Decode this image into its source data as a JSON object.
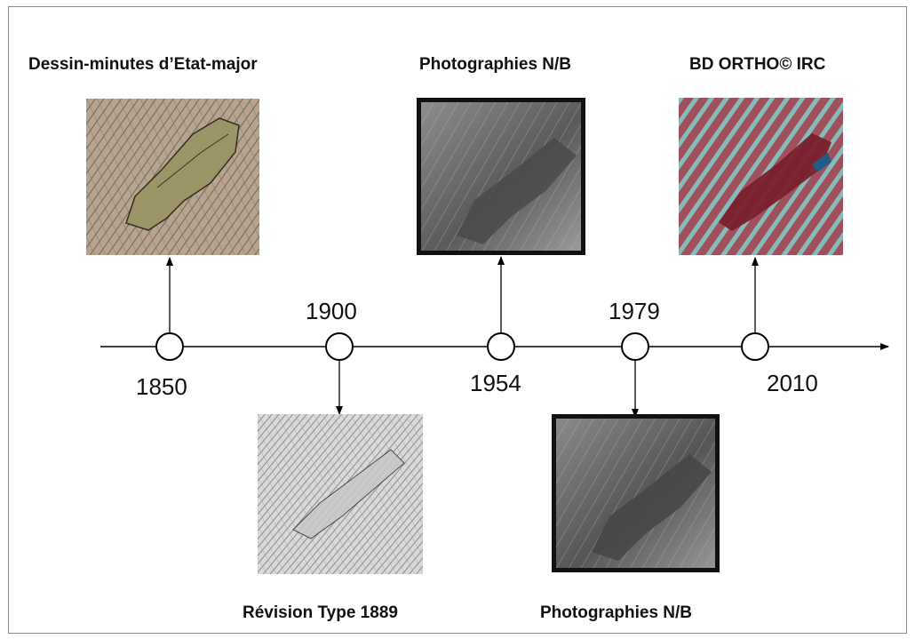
{
  "timeline": {
    "years": [
      "1850",
      "1900",
      "1954",
      "1979",
      "2010"
    ]
  },
  "items": [
    {
      "year": "1850",
      "title": "Dessin-minutes d’Etat-major",
      "image": "etat-major-map-image",
      "position": "above"
    },
    {
      "year": "1900",
      "title": "Révision Type 1889",
      "image": "revision-type-map-image",
      "position": "below"
    },
    {
      "year": "1954",
      "title": "Photographies N/B",
      "image": "bw-aerial-photo-image",
      "position": "above"
    },
    {
      "year": "1979",
      "title": "Photographies N/B",
      "image": "bw-aerial-photo-image",
      "position": "below"
    },
    {
      "year": "2010",
      "title": "BD ORTHO© IRC",
      "image": "infrared-ortho-image",
      "position": "above"
    }
  ],
  "colors": {
    "line": "#000000",
    "node_fill": "#ffffff",
    "map_1850": "#8f8e5e",
    "map_1900": "#bdbdbd",
    "photo_bw": "#5a5a5a",
    "irc_red": "#8a2a35",
    "irc_cyan": "#6fd3cf"
  }
}
